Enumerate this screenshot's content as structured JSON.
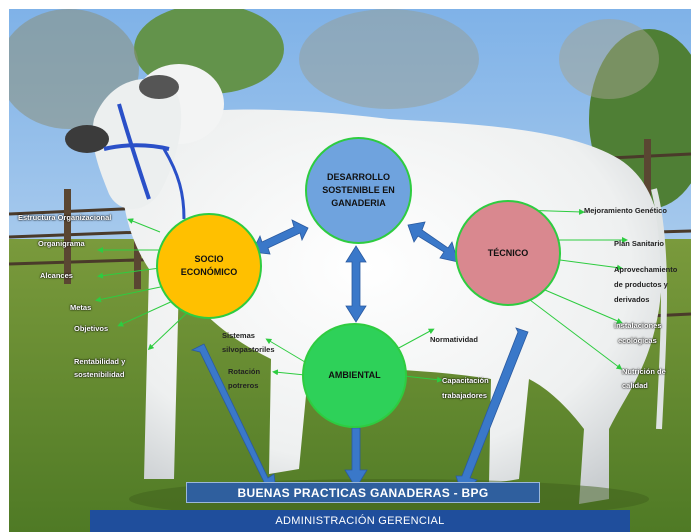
{
  "center": {
    "line1": "DESARROLLO",
    "line2": "SOSTENIBLE EN",
    "line3": "GANADERIA"
  },
  "socio": {
    "line1": "SOCIO",
    "line2": "ECONÓMICO"
  },
  "tecnico": {
    "label": "TÉCNICO"
  },
  "ambiental": {
    "label": "AMBIENTAL"
  },
  "socio_items": [
    "Estructura Organizacional",
    "Organigrama",
    "Alcances",
    "Metas",
    "Objetivos",
    "Rentabilidad      y",
    "sostenibilidad"
  ],
  "tecnico_items": [
    "Mejoramiento Genético",
    "Plan Sanitario",
    "Aprovechamiento",
    "de    productos    y",
    "derivados",
    "Instalaciones",
    "ecológicas",
    "Nutrición    de",
    "calidad"
  ],
  "ambiental_items": [
    "Sistemas",
    "silvopastoriles",
    "Rotación",
    "potreros",
    "Normatividad",
    "Capacitación",
    "trabajadores"
  ],
  "bpg": {
    "label": "BUENAS PRACTICAS GANADERAS - BPG"
  },
  "admin": {
    "label": "ADMINISTRACIÓN GERENCIAL"
  },
  "colors": {
    "center": "#6fa3de",
    "socio": "#ffc000",
    "tecnico": "#d9888f",
    "ambiental": "#2ed159",
    "arrow": "#3a78c9",
    "bpg_bar": "#2f5f9e",
    "admin_bar": "#1f4e9c"
  }
}
